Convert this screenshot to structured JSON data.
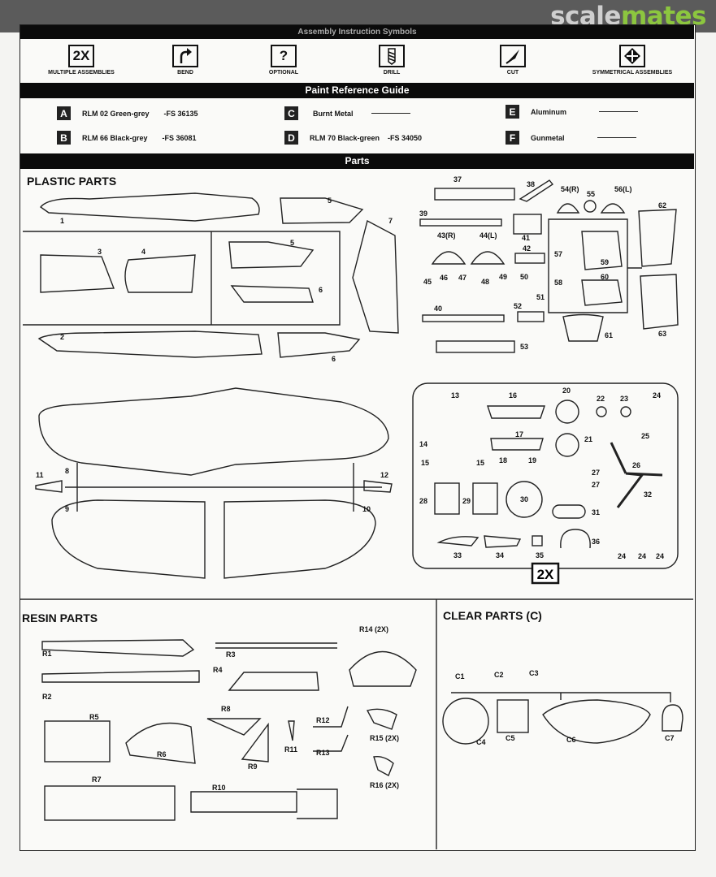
{
  "logo": {
    "part1": "scale",
    "part2": "mates"
  },
  "symbols_header": "Assembly Instruction Symbols",
  "symbols": [
    {
      "icon": "2X",
      "label": "MULTIPLE ASSEMBLIES"
    },
    {
      "icon": "bend-icon",
      "label": "BEND"
    },
    {
      "icon": "?",
      "label": "OPTIONAL"
    },
    {
      "icon": "drill-icon",
      "label": "DRILL"
    },
    {
      "icon": "cut-icon",
      "label": "CUT"
    },
    {
      "icon": "symmetry-icon",
      "label": "SYMMETRICAL ASSEMBLIES"
    }
  ],
  "paint_header": "Paint Reference Guide",
  "paints": [
    {
      "letter": "A",
      "name": "RLM 02 Green-grey",
      "fs": "-FS 36135"
    },
    {
      "letter": "B",
      "name": "RLM 66 Black-grey",
      "fs": "-FS 36081"
    },
    {
      "letter": "C",
      "name": "Burnt Metal",
      "fs": ""
    },
    {
      "letter": "D",
      "name": "RLM 70 Black-green",
      "fs": "-FS 34050"
    },
    {
      "letter": "E",
      "name": "Aluminum",
      "fs": ""
    },
    {
      "letter": "F",
      "name": "Gunmetal",
      "fs": ""
    }
  ],
  "parts_header": "Parts",
  "sections": {
    "plastic": "PLASTIC PARTS",
    "resin": "RESIN PARTS",
    "clear": "CLEAR PARTS (C)"
  },
  "plastic_labels": [
    "1",
    "2",
    "3",
    "4",
    "5",
    "5",
    "6",
    "6",
    "7",
    "8",
    "9",
    "10",
    "11",
    "12",
    "37",
    "38",
    "54(R)",
    "55",
    "56(L)",
    "39",
    "41",
    "62",
    "43(R)",
    "44(L)",
    "42",
    "57",
    "59",
    "45",
    "46",
    "47",
    "48",
    "49",
    "50",
    "51",
    "58",
    "60",
    "40",
    "52",
    "61",
    "63",
    "53",
    "13",
    "16",
    "20",
    "22",
    "23",
    "24",
    "14",
    "17",
    "21",
    "25",
    "15",
    "15",
    "18",
    "19",
    "27",
    "26",
    "27",
    "28",
    "29",
    "30",
    "31",
    "32",
    "33",
    "34",
    "35",
    "36",
    "24",
    "24",
    "24"
  ],
  "sprue_badge": "2X",
  "resin_labels": [
    "R1",
    "R2",
    "R3",
    "R4",
    "R5",
    "R6",
    "R7",
    "R8",
    "R9",
    "R10",
    "R11",
    "R12",
    "R13",
    "R14 (2X)",
    "R15 (2X)",
    "R16 (2X)"
  ],
  "clear_labels": [
    "C1",
    "C2",
    "C3",
    "C4",
    "C5",
    "C6",
    "C7"
  ]
}
